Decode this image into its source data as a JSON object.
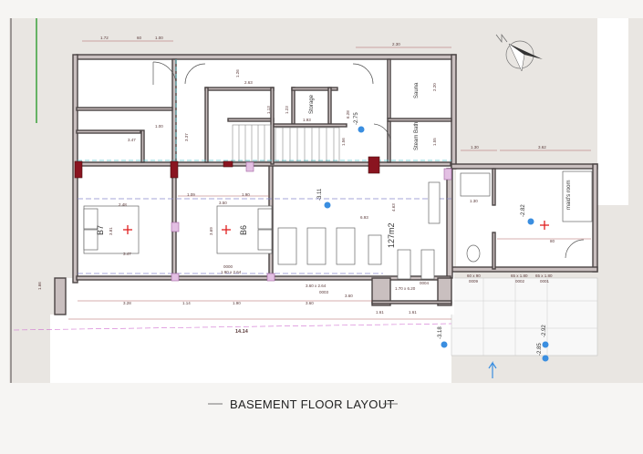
{
  "title": "BASEMENT FLOOR LAYOUT",
  "rooms": {
    "b7": "B7",
    "b6": "B6",
    "gym_area": "127m2",
    "storage": "Storage",
    "sauna": "Sauna",
    "steam_bath": "Steam Bath",
    "maids_room": "maid's room"
  },
  "levels": [
    "-3.11",
    "-2.75",
    "-2.82",
    "-3.18",
    "-2.85",
    "-2.92"
  ],
  "dimensions": {
    "overall": "14.14",
    "top": [
      "1.72",
      "60",
      "1.00",
      "2.30"
    ],
    "upper": [
      "3.37",
      "1.00",
      "3.47",
      "2.63",
      "1.26",
      "1.23",
      "1.13",
      "1.93",
      "1.56",
      "6.28",
      "2.20",
      "1.55"
    ],
    "bedrooms": [
      "3.81",
      "3.47",
      "3.69",
      "3.50",
      "4.63",
      "6.93",
      "2.48",
      "1.09",
      "1.90"
    ],
    "terrace": [
      "3.28",
      "1.14",
      "1.90",
      "3.60",
      "1.61",
      "1.61",
      "3.60",
      "1.66"
    ],
    "annex": [
      "1.30",
      "3.62",
      "1.30",
      "80"
    ]
  },
  "openings": [
    {
      "size": "60 x 90",
      "code": "0009"
    },
    {
      "size": "65 x 1.80",
      "code": "0002"
    },
    {
      "size": "65 x 1.80",
      "code": "0001"
    },
    {
      "size": "1.90 x 2.64",
      "code": "0000"
    },
    {
      "size": "3.60 x 2.64",
      "code": "0003"
    },
    {
      "size": "1.70 x 6.20",
      "code": "0004"
    }
  ],
  "colors": {
    "wall_fill": "#c9bfbf",
    "wall_stroke": "#4a4444",
    "column": "#8a1420",
    "level_marker": "#3a8ee0",
    "axis_cross": "#e02020",
    "background": "#e9e6e2"
  },
  "icons": [
    "north-arrow-icon",
    "level-marker-icon",
    "axis-cross-icon"
  ]
}
